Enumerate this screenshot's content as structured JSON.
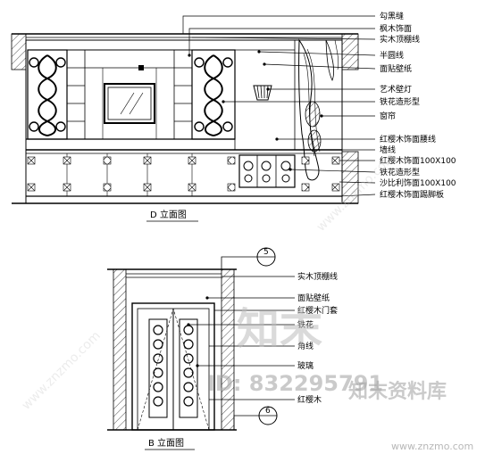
{
  "d_elevation": {
    "title": "D 立面图",
    "callouts": [
      "勾黑缝",
      "枫木饰面",
      "实木顶棚线",
      "半圆线",
      "面贴壁纸",
      "艺术壁灯",
      "铁花造形型",
      "窗帘",
      "红樱木饰面腰线",
      "墙线",
      "红樱木饰面100X100",
      "铁花造形型",
      "沙比利饰面100X100",
      "红樱木饰面踢脚板"
    ]
  },
  "b_elevation": {
    "title": "B 立面图",
    "callouts": [
      "实木顶棚线",
      "面贴壁纸",
      "红樱木门套",
      "铁花",
      "角线",
      "玻璃",
      "红樱木"
    ],
    "section_markers": [
      "5",
      "6"
    ]
  },
  "watermark": {
    "brand": "知末",
    "id_text": "ID: 832295791",
    "library": "知末资料库",
    "site": "www.znzmo.com",
    "diagonal": "www.znzmo.com"
  }
}
